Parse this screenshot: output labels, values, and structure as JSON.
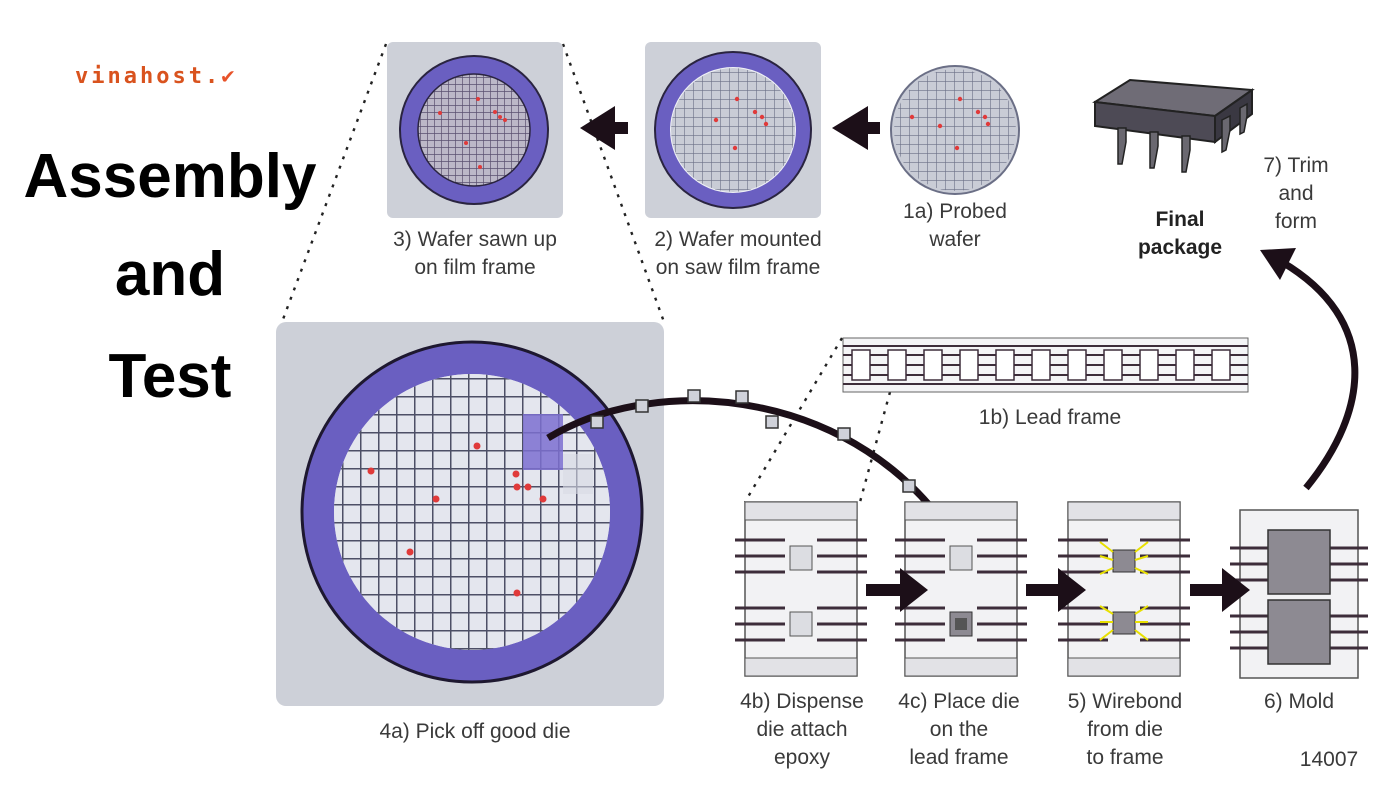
{
  "brand": {
    "logo_text": "vinahost.",
    "accent": "#e8532a"
  },
  "title": {
    "line1": "Assembly",
    "line2": "and",
    "line3": "Test"
  },
  "steps": {
    "s1a": {
      "line1": "1a) Probed",
      "line2": "wafer"
    },
    "s2": {
      "line1": "2) Wafer mounted",
      "line2": "on saw film frame"
    },
    "s3": {
      "line1": "3) Wafer sawn up",
      "line2": "on  film frame"
    },
    "s4a": {
      "line1": "4a) Pick off good die"
    },
    "s1b": {
      "line1": "1b) Lead frame"
    },
    "s4b": {
      "line1": "4b) Dispense",
      "line2": "die attach",
      "line3": "epoxy"
    },
    "s4c": {
      "line1": "4c) Place die",
      "line2": "on the",
      "line3": "lead frame"
    },
    "s5": {
      "line1": "5) Wirebond",
      "line2": "from die",
      "line3": "to frame"
    },
    "s6": {
      "line1": "6) Mold"
    },
    "s7": {
      "line1": "7) Trim",
      "line2": "and",
      "line3": "form"
    },
    "final": {
      "line1": "Final",
      "line2": "package"
    }
  },
  "figure_id": "14007",
  "colors": {
    "wafer_ring": "#6a5fc1",
    "panel": "#cdd0d8",
    "die_bad": "#e03a3a",
    "wire": "#e8e000",
    "arrow": "#1c0f18"
  }
}
